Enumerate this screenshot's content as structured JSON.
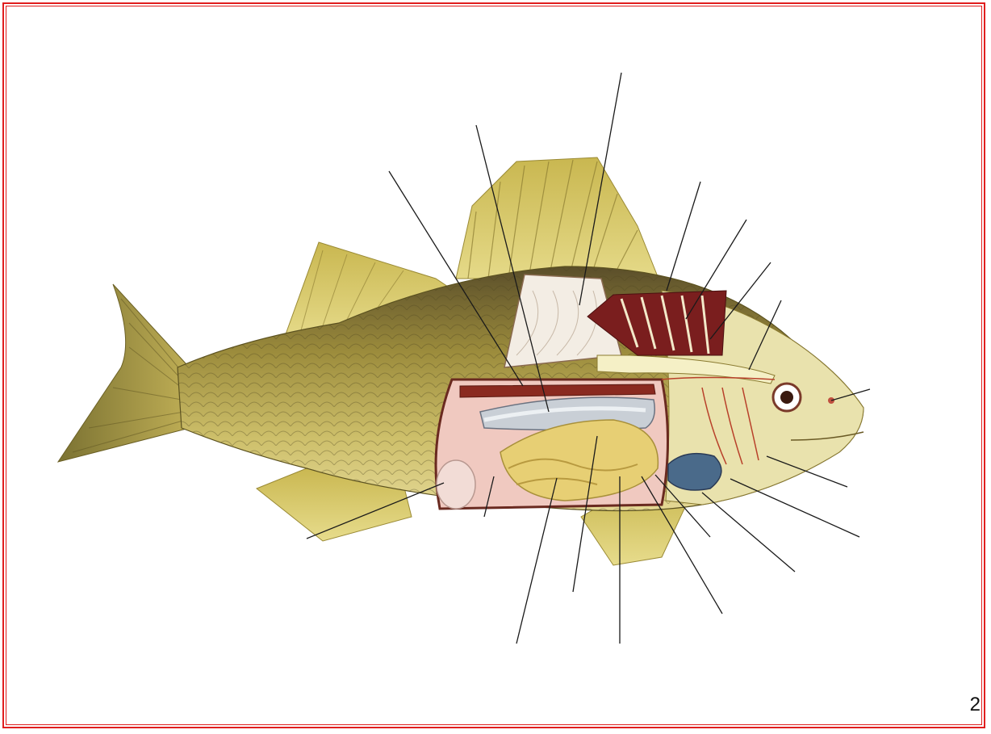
{
  "page": {
    "page_number": "2",
    "border_color": "#e01e1e"
  },
  "figure": {
    "subject": "fish-anatomy-illustration",
    "label_line_count": 18,
    "colors": {
      "body": "#b9a846",
      "fins": "#d6c45a",
      "gills": "#7a1e1e",
      "liver": "#e7cf74",
      "heart": "#4a6a8a",
      "flesh": "#f0c9c0"
    }
  }
}
